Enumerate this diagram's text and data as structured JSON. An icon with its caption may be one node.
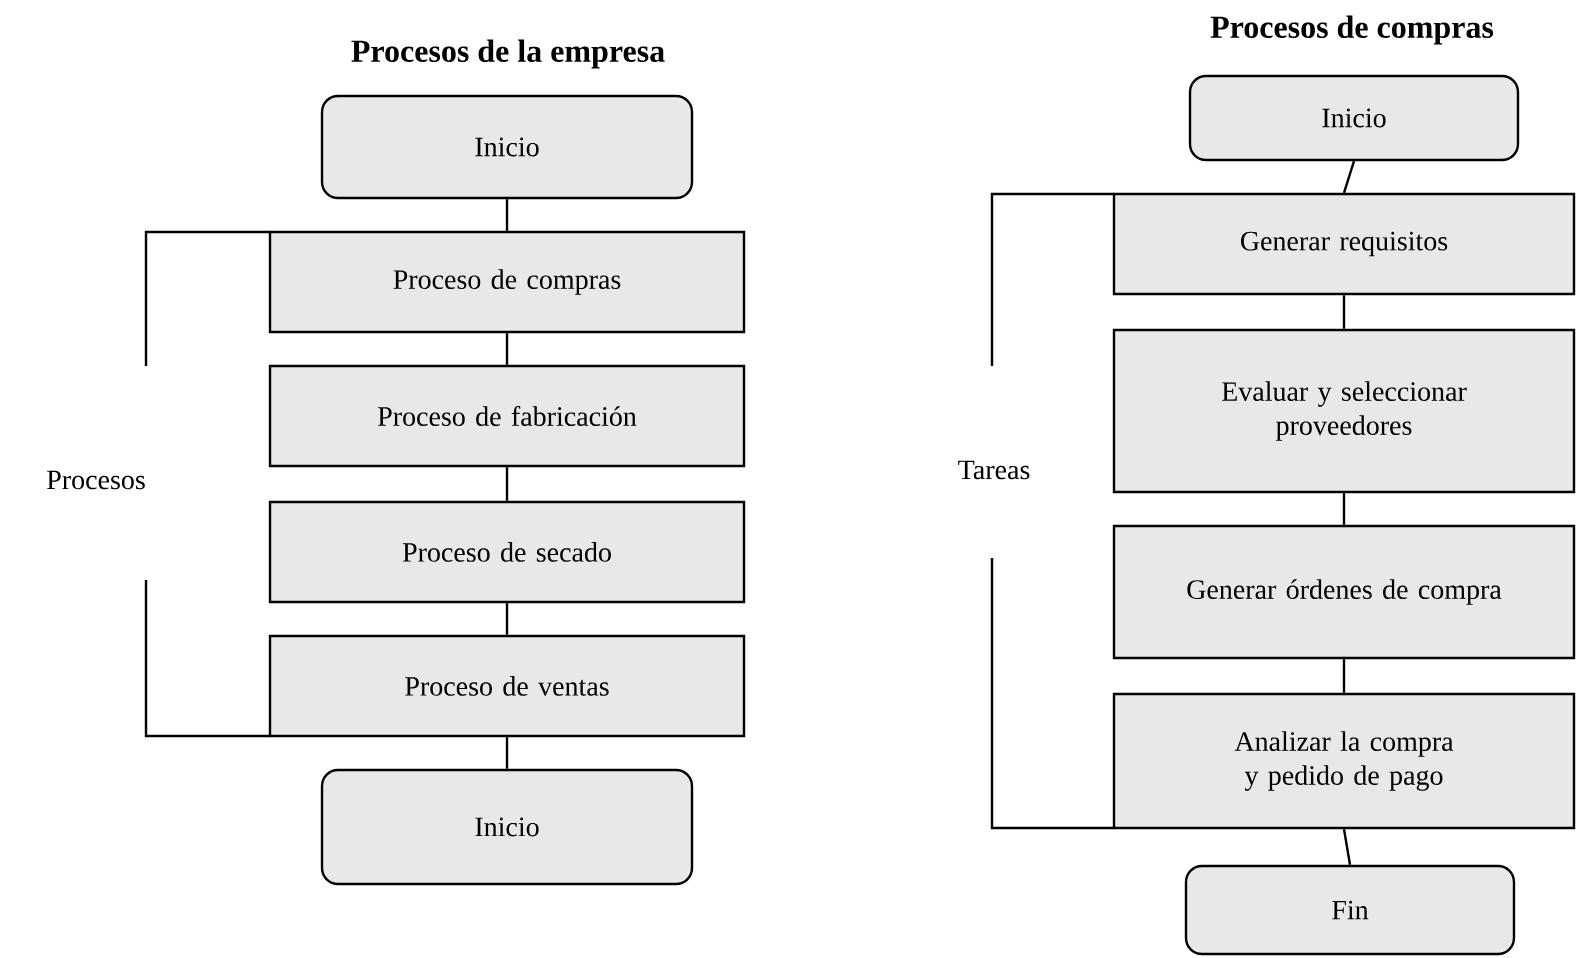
{
  "diagram": {
    "nodes": [
      {
        "text": [
          "Inicio"
        ]
      },
      {
        "text": [
          "Proceso de compras"
        ]
      },
      {
        "text": [
          "Proceso de fabricación"
        ]
      },
      {
        "text": [
          "Proceso de secado"
        ]
      },
      {
        "text": [
          "Proceso de ventas"
        ]
      },
      {
        "text": [
          "Inicio"
        ]
      },
      {
        "text": [
          "Inicio"
        ]
      },
      {
        "text": [
          "Generar requisitos"
        ]
      },
      {
        "text": [
          "Evaluar y seleccionar proveedores"
        ]
      },
      {
        "text": [
          "Generar órdenes de compra"
        ]
      },
      {
        "text": [
          "Analizar la compra y pedido de pago"
        ]
      },
      {
        "text": [
          "Fin"
        ]
      }
    ],
    "edges": [
      {
        "from": 0,
        "to": 1,
        "arrow": "none"
      },
      {
        "from": 1,
        "to": 2,
        "arrow": "none"
      },
      {
        "from": 2,
        "to": 3,
        "arrow": "none"
      },
      {
        "from": 3,
        "to": 4,
        "arrow": "none"
      },
      {
        "from": 4,
        "to": 5,
        "arrow": "none"
      },
      {
        "from": 6,
        "to": 7,
        "arrow": "none"
      },
      {
        "from": 7,
        "to": 8,
        "arrow": "none"
      },
      {
        "from": 8,
        "to": 9,
        "arrow": "none"
      },
      {
        "from": 9,
        "to": 10,
        "arrow": "none"
      },
      {
        "from": 10,
        "to": 11,
        "arrow": "none"
      }
    ],
    "labels": [
      "Procesos de la empresa",
      "Procesos de compras",
      "Procesos",
      "Tareas"
    ]
  }
}
